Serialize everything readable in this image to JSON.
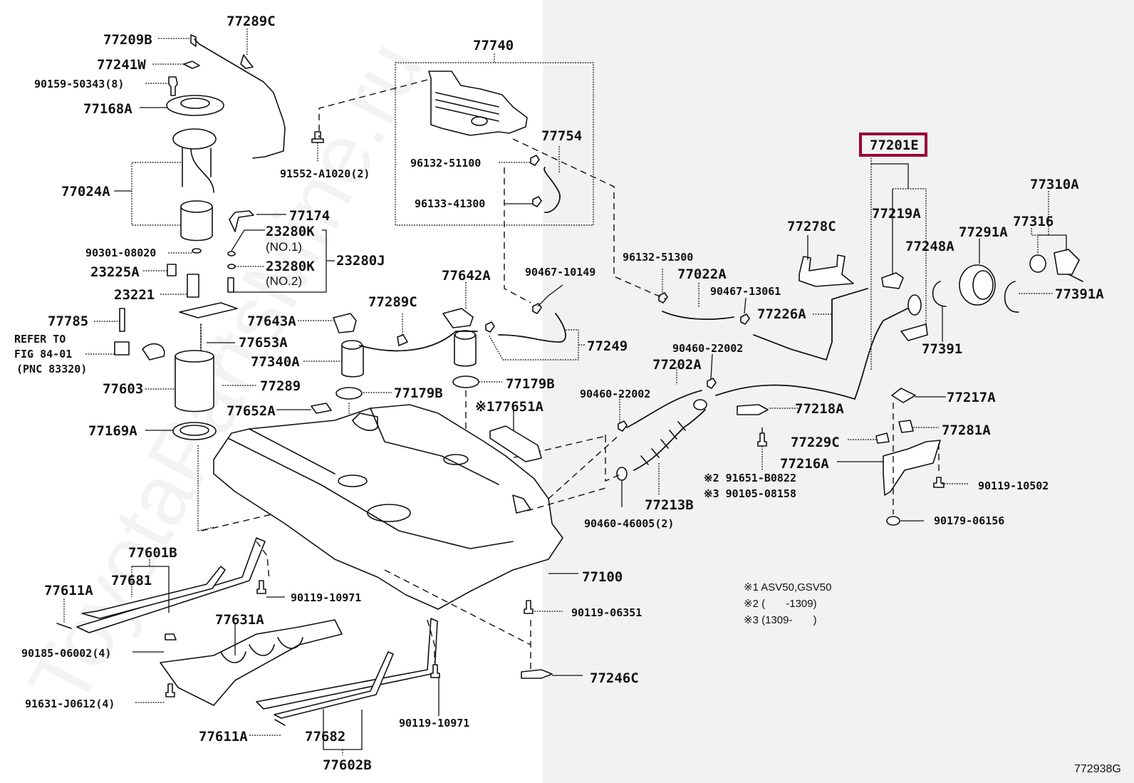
{
  "diagram": {
    "title_code": "772938G",
    "watermark": "ToyotaPartsMine.ru",
    "highlighted_part": "77201E",
    "colors": {
      "highlight": "#990033",
      "right_panel": "#f2f2f2",
      "ink": "#111111"
    },
    "labels": {
      "p77289C_top": "77289C",
      "p77209B": "77209B",
      "p77241W": "77241W",
      "p90159": "90159-50343(8)",
      "p77168A": "77168A",
      "p77024A": "77024A",
      "p91552": "91552-A1020(2)",
      "p77740": "77740",
      "p77754": "77754",
      "p96132_51100": "96132-51100",
      "p96133_41300": "96133-41300",
      "p77174": "77174",
      "p23280K_1": "23280K",
      "p23280K_1n": "(NO.1)",
      "p23280K_2": "23280K",
      "p23280K_2n": "(NO.2)",
      "p23280J": "23280J",
      "p90301": "90301-08020",
      "p23225A": "23225A",
      "p23221": "23221",
      "p77785": "77785",
      "refer1": "REFER TO",
      "refer2": "FIG 84-01",
      "refer3": "(PNC 83320)",
      "p77643A": "77643A",
      "p77653A": "77653A",
      "p77340A": "77340A",
      "p77603": "77603",
      "p77289": "77289",
      "p77652A": "77652A",
      "p77169A": "77169A",
      "p77642A": "77642A",
      "p77289C_mid": "77289C",
      "p77179B_left": "77179B",
      "p77179B_right": "77179B",
      "p77651A": "※177651A",
      "p90467_10149": "90467-10149",
      "p77249": "77249",
      "p96132_51300": "96132-51300",
      "p77022A": "77022A",
      "p90467_13061": "90467-13061",
      "p77278C": "77278C",
      "p77226A": "77226A",
      "p77201E": "77201E",
      "p77219A": "77219A",
      "p77248A": "77248A",
      "p77291A": "77291A",
      "p77310A": "77310A",
      "p77316": "77316",
      "p77391A": "77391A",
      "p77391": "77391",
      "p90460_22002_a": "90460-22002",
      "p77202A": "77202A",
      "p90460_22002_b": "90460-22002",
      "p77218A": "77218A",
      "p77217A": "77217A",
      "p77281A": "77281A",
      "p77229C": "77229C",
      "p77216A": "77216A",
      "p91651": "※2 91651-B0822",
      "p90105": "※3 90105-08158",
      "p77213B": "77213B",
      "p90460_46005": "90460-46005(2)",
      "p90119_10502": "90119-10502",
      "p90179_06156": "90179-06156",
      "p77601B": "77601B",
      "p77681": "77681",
      "p77611A_top": "77611A",
      "p90119_10971_a": "90119-10971",
      "p77100": "77100",
      "p90119_06351": "90119-06351",
      "p77631A": "77631A",
      "p90185": "90185-06002(4)",
      "p91631": "91631-J0612(4)",
      "p77246C": "77246C",
      "p90119_10971_b": "90119-10971",
      "p77611A_bot": "77611A",
      "p77682": "77682",
      "p77602B": "77602B"
    },
    "notes": [
      "※1 ASV50,GSV50",
      "※2 (       -1309)",
      "※3 (1309-       )"
    ]
  }
}
